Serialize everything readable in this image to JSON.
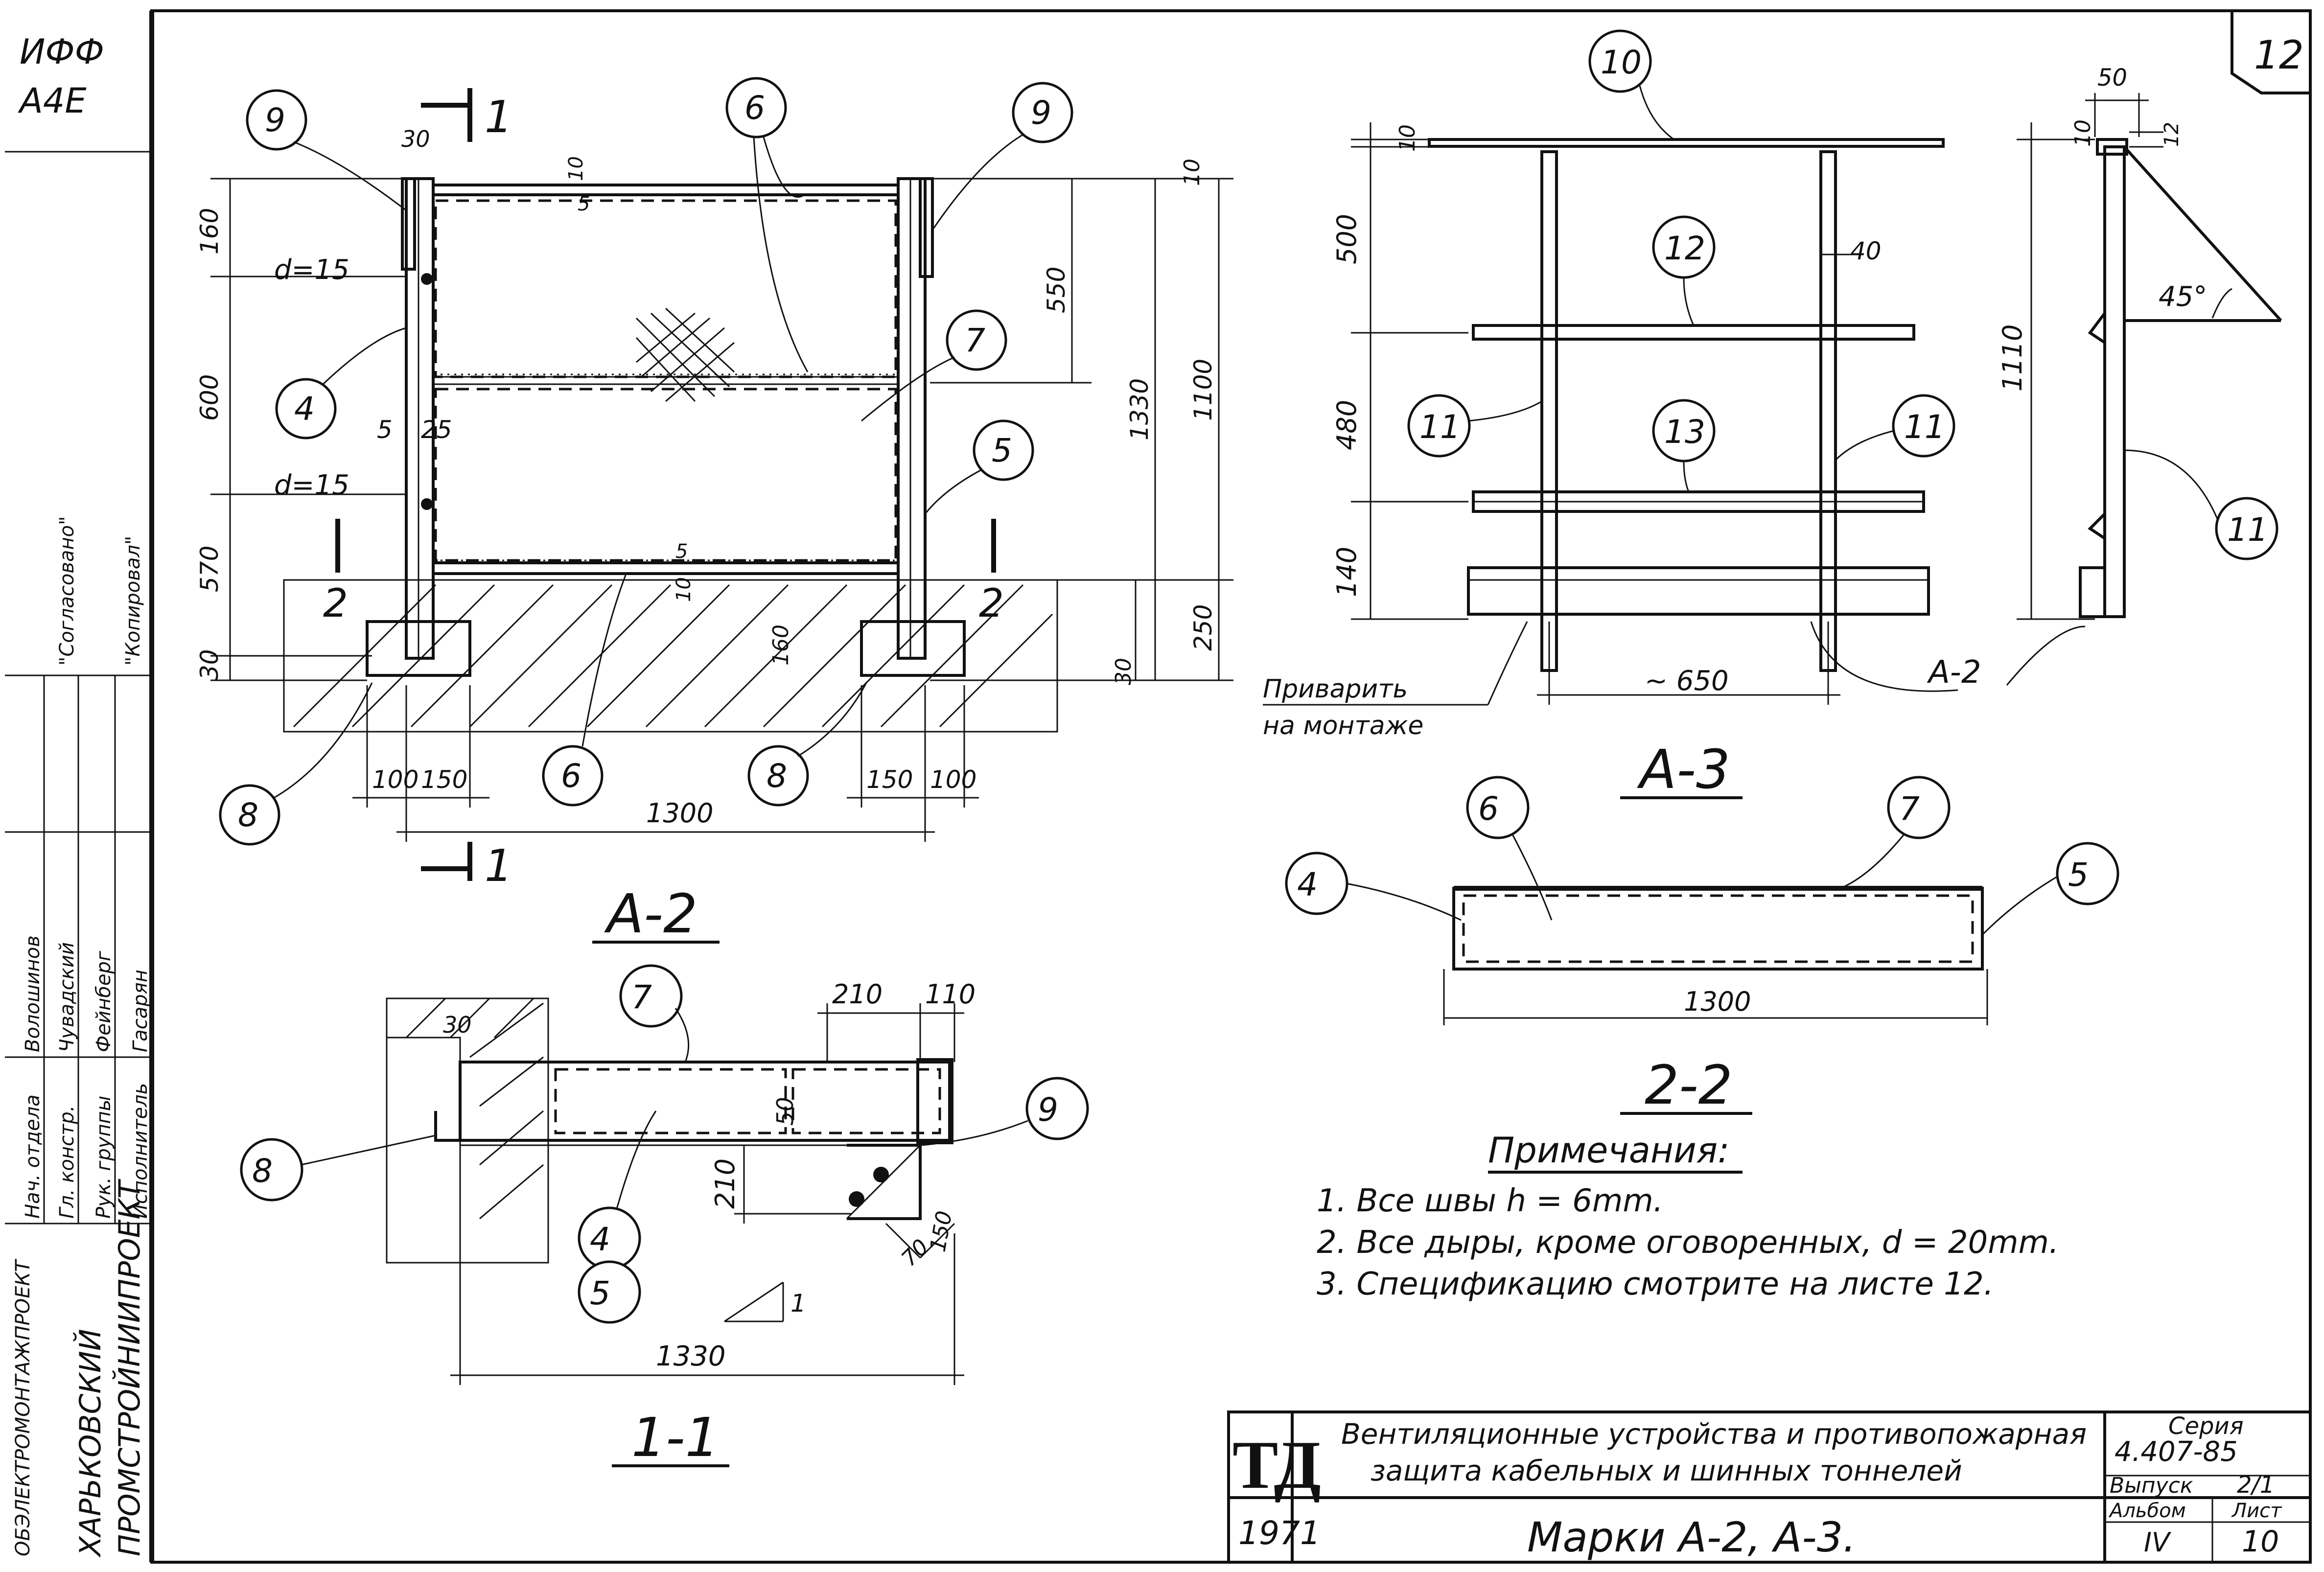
{
  "frame": {
    "corner_top": "ИФФ",
    "corner_code": "A4E",
    "sheet_index": "12"
  },
  "sidebar": {
    "org_top": "ХАРЬКОВСКИЙ",
    "org_bottom": "ПРОМСТРОЙНИИПРОЕКТ",
    "org_side": "ОБЭЛЕКТРОМОНТАЖПРОЕКТ",
    "roles": [
      "Нач. отдела",
      "Гл. констр.",
      "Рук. группы",
      "Исполнитель"
    ],
    "names": [
      "Волошинов",
      "Чувадский",
      "Фейнберг",
      "Гасарян"
    ],
    "seal_lines": [
      "\"Согласовано\"",
      "\"Копировал\""
    ]
  },
  "views": {
    "a2_title": "А-2",
    "a3_title": "А-3",
    "s22_title": "2-2",
    "s11_title": "1-1"
  },
  "a2": {
    "callouts": [
      "9",
      "6",
      "9",
      "7",
      "4",
      "5",
      "8",
      "6",
      "8"
    ],
    "dims": {
      "top_gap": "30",
      "left_160": "160",
      "left_600": "600",
      "left_570": "570",
      "left_30": "30",
      "d_top": "d=15",
      "d_bottom": "d=15",
      "five": "5",
      "twentyfive": "25",
      "right_550": "550",
      "right_1330": "1330",
      "right_1100": "1100",
      "right_250": "250",
      "right_30": "30",
      "right_10": "10",
      "mid_10a": "10",
      "mid_10b": "10",
      "mid_5": "5",
      "bot_5": "5",
      "foot_160": "160",
      "bottom_100a": "100",
      "bottom_150a": "150",
      "bottom_150b": "150",
      "bottom_100b": "100",
      "bottom_1300": "1300"
    },
    "section_mark": "1",
    "section_mark_bottom": "1",
    "cut_left": "2",
    "cut_right": "2"
  },
  "a3": {
    "callouts": [
      "10",
      "12",
      "11",
      "13",
      "11"
    ],
    "dims": {
      "top_10": "10",
      "d_500": "500",
      "d_480": "480",
      "d_140": "140",
      "d_40": "40",
      "d_650": "~ 650"
    },
    "weld_note_1": "Приварить",
    "weld_note_2": "на монтаже",
    "ref_label": "А-2"
  },
  "side": {
    "callout": "11",
    "dims": {
      "top_50": "50",
      "top_10": "10",
      "top_12": "12",
      "h_1110": "1110",
      "angle": "45°"
    }
  },
  "s22": {
    "callouts": [
      "6",
      "7",
      "4",
      "5"
    ],
    "dim_1300": "1300"
  },
  "s11": {
    "callouts": [
      "7",
      "9",
      "8",
      "4",
      "5"
    ],
    "dims": {
      "d_30": "30",
      "d_210a": "210",
      "d_110": "110",
      "d_50": "50",
      "d_210b": "210",
      "d_70": "70",
      "d_150": "150",
      "d_1330": "1330",
      "slope": "1"
    }
  },
  "notes": {
    "title": "Примечания:",
    "items": [
      "1. Все швы  h = 6mm.",
      "2. Все дыры, кроме оговоренных,  d = 20mm.",
      "3. Спецификацию смотрите на листе  12."
    ]
  },
  "title_block": {
    "logo": "ТД",
    "year": "1971",
    "project_line1": "Вентиляционные устройства и противопожарная",
    "project_line2": "защита кабельных и шинных тоннелей",
    "sheet_name": "Марки  А-2, А-3.",
    "series_label": "Серия",
    "series_value": "4.407-85",
    "issue_label": "Выпуск",
    "issue_value": "2/1",
    "album_label": "Альбом",
    "album_value": "IV",
    "sheet_label": "Лист",
    "sheet_value": "10"
  }
}
